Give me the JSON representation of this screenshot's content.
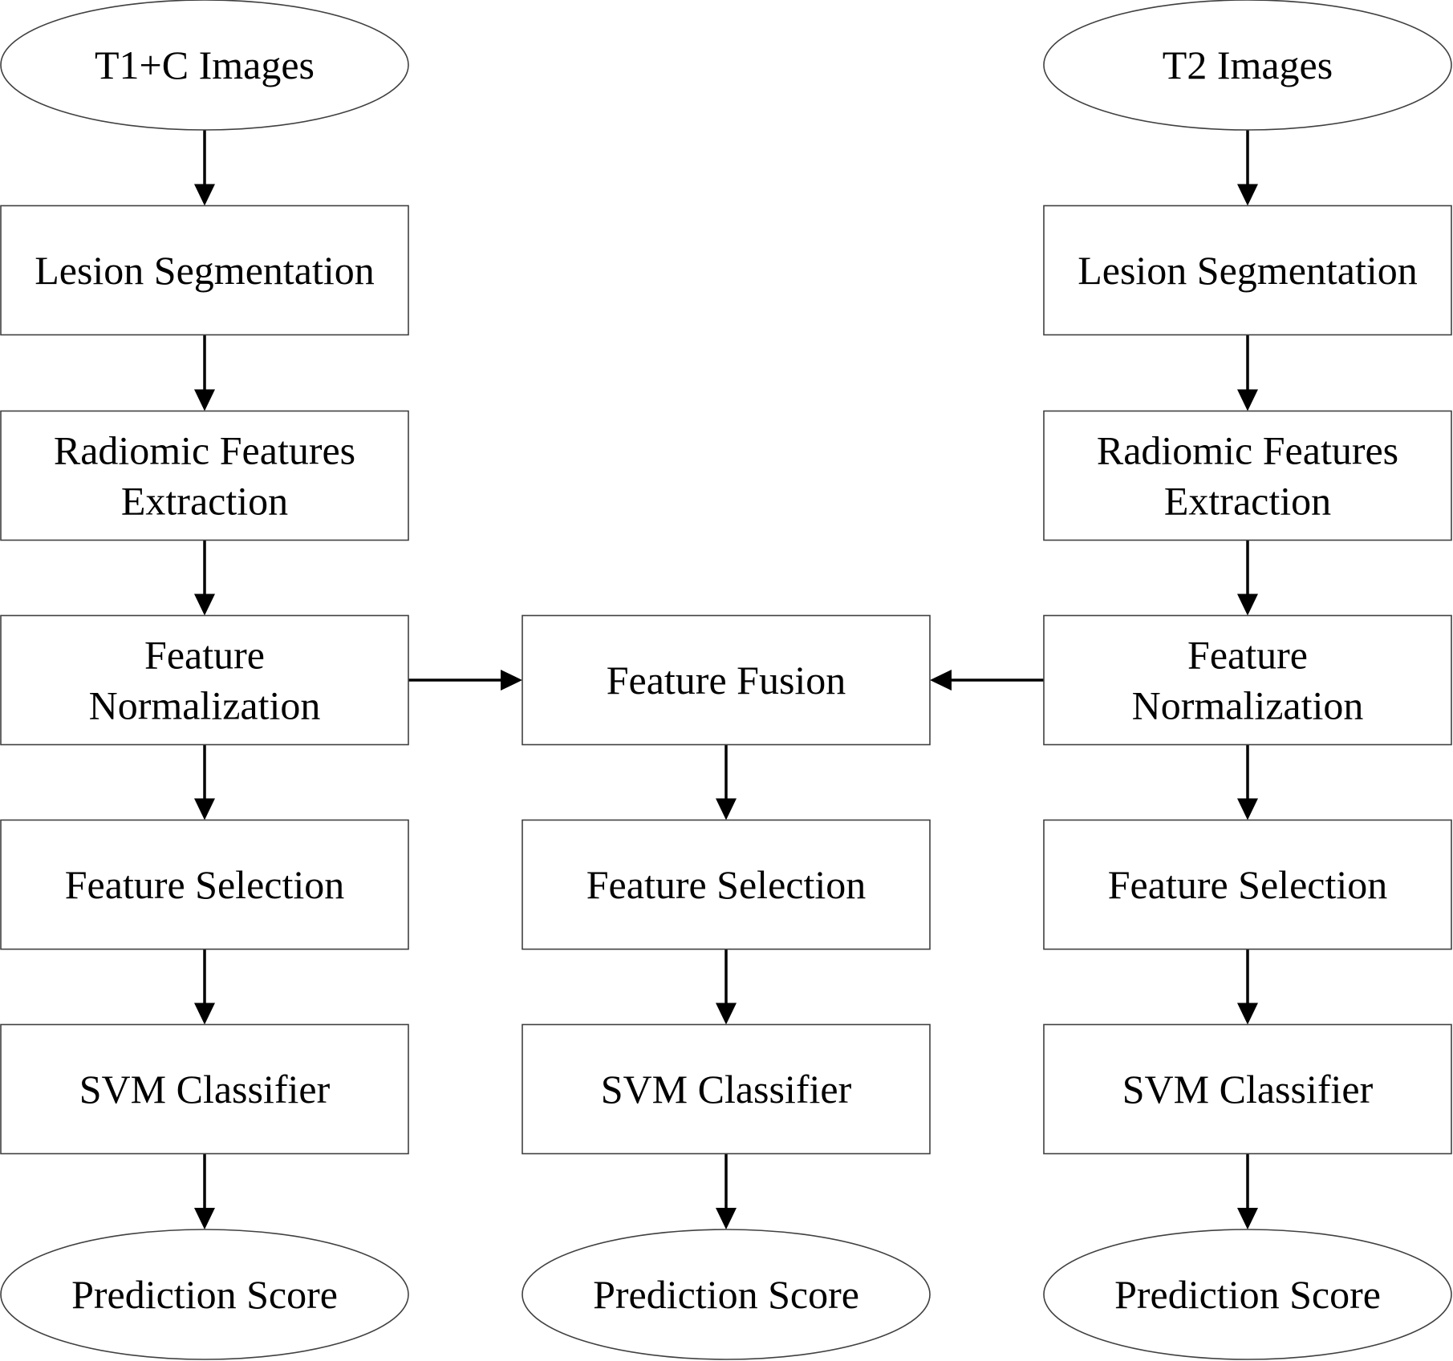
{
  "diagram": {
    "type": "flowchart",
    "columns": {
      "t1c": {
        "input": "T1+C  Images",
        "segmentation": [
          "Lesion Segmentation"
        ],
        "extraction": [
          "Radiomic Features",
          "Extraction"
        ],
        "normalization": [
          "Feature",
          "Normalization"
        ],
        "selection": [
          "Feature Selection"
        ],
        "classifier": [
          "SVM Classifier"
        ],
        "output": "Prediction Score"
      },
      "fusion": {
        "fusion": [
          "Feature Fusion"
        ],
        "selection": [
          "Feature Selection"
        ],
        "classifier": [
          "SVM Classifier"
        ],
        "output": "Prediction Score"
      },
      "t2": {
        "input": "T2 Images",
        "segmentation": [
          "Lesion Segmentation"
        ],
        "extraction": [
          "Radiomic Features",
          "Extraction"
        ],
        "normalization": [
          "Feature",
          "Normalization"
        ],
        "selection": [
          "Feature Selection"
        ],
        "classifier": [
          "SVM Classifier"
        ],
        "output": "Prediction Score"
      }
    },
    "edges": [
      [
        "t1c-input",
        "t1c-segmentation"
      ],
      [
        "t1c-segmentation",
        "t1c-extraction"
      ],
      [
        "t1c-extraction",
        "t1c-normalization"
      ],
      [
        "t1c-normalization",
        "t1c-selection"
      ],
      [
        "t1c-selection",
        "t1c-classifier"
      ],
      [
        "t1c-classifier",
        "t1c-output"
      ],
      [
        "t2-input",
        "t2-segmentation"
      ],
      [
        "t2-segmentation",
        "t2-extraction"
      ],
      [
        "t2-extraction",
        "t2-normalization"
      ],
      [
        "t2-normalization",
        "t2-selection"
      ],
      [
        "t2-selection",
        "t2-classifier"
      ],
      [
        "t2-classifier",
        "t2-output"
      ],
      [
        "t1c-normalization",
        "fusion-fusion"
      ],
      [
        "t2-normalization",
        "fusion-fusion"
      ],
      [
        "fusion-fusion",
        "fusion-selection"
      ],
      [
        "fusion-selection",
        "fusion-classifier"
      ],
      [
        "fusion-classifier",
        "fusion-output"
      ]
    ]
  }
}
